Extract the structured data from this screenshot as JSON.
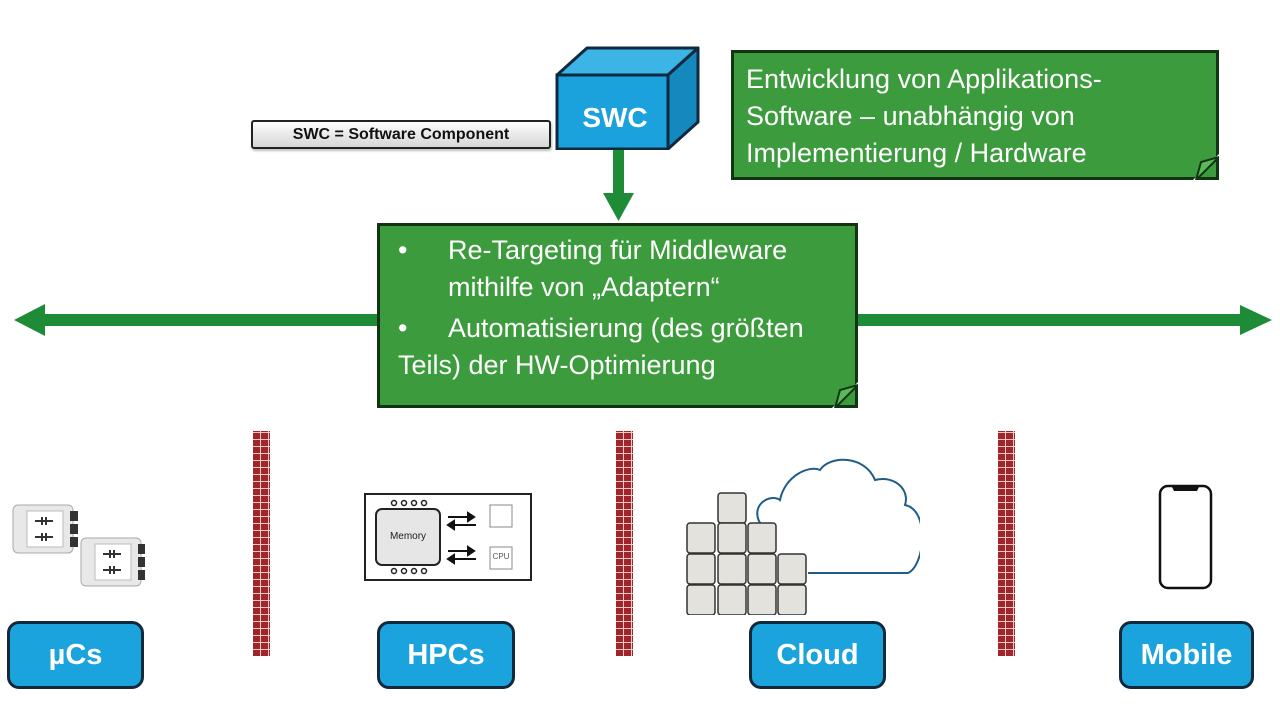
{
  "swc": {
    "cube_label": "SWC",
    "legend": "SWC = Software Component"
  },
  "notes": {
    "top": "Entwicklung von Applikations-Software – unabhängig von Implementierung / Hardware",
    "top_lines": [
      "Entwicklung von Applikations-",
      "Software – unabhängig von",
      "Implementierung / Hardware"
    ],
    "middle_bullets": [
      {
        "lines": [
          "Re-Targeting für Middleware",
          "mithilfe von „Adaptern“"
        ]
      },
      {
        "lines": [
          "Automatisierung (des größten",
          "Teils) der HW-Optimierung"
        ]
      }
    ],
    "bullet_glyph": "•"
  },
  "hpc_illustration": {
    "memory_label": "Memory",
    "cpu_label": "CPU"
  },
  "platforms": [
    {
      "label": "µCs",
      "icon": "microcontroller-icon"
    },
    {
      "label": "HPCs",
      "icon": "hpc-board-icon"
    },
    {
      "label": "Cloud",
      "icon": "cloud-server-icon"
    },
    {
      "label": "Mobile",
      "icon": "smartphone-icon"
    }
  ],
  "colors": {
    "green_note": "#3c9b3c",
    "green_arrow": "#1e8c36",
    "blue": "#1aa3dd",
    "firewall_red": "#a0262a",
    "dark_border": "#102a3c"
  }
}
